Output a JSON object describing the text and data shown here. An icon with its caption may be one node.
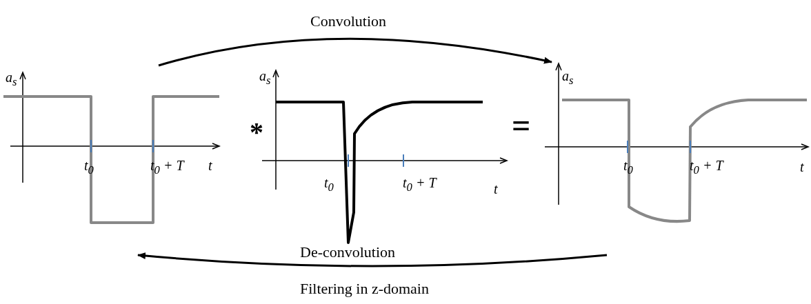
{
  "diagram": {
    "nodes": [
      {
        "text": [
          "*a*$_{s}$",
          "*t*$_{0}$",
          "*t*$_{0}$ + *T*",
          "*t*"
        ]
      },
      {
        "text": [
          "*a*$_{s}$",
          "*t*$_{0}$",
          "*t*$_{0}$ + *T*",
          "*t*"
        ]
      },
      {
        "text": [
          "*a*$_{s}$",
          "*t*$_{0}$",
          "*t*$_{0}$ + *T*",
          "*t*"
        ]
      }
    ],
    "edges": [
      {
        "from": 0,
        "to": 2,
        "arrow": "to",
        "label": "Convolution"
      },
      {
        "from": 2,
        "to": 0,
        "arrow": "to",
        "label": "De-convolution"
      }
    ],
    "labels": [
      "*",
      "=",
      "Filtering in z-domain"
    ]
  }
}
